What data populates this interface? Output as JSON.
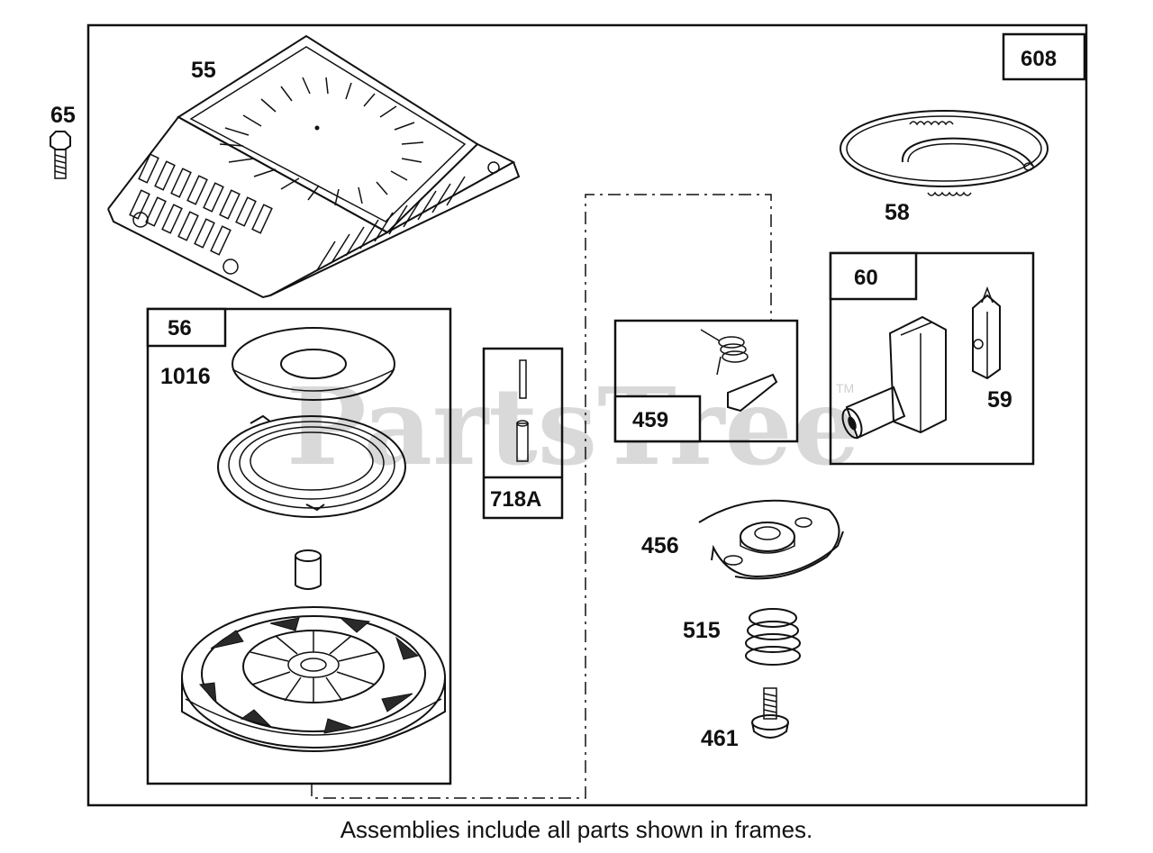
{
  "watermark": {
    "text": "PartsTree",
    "tm": "TM"
  },
  "frame": {
    "assembly_label": "608"
  },
  "parts": {
    "p55": "55",
    "p65": "65",
    "p58": "58",
    "p56": "56",
    "p1016": "1016",
    "p718a": "718A",
    "p459": "459",
    "p60": "60",
    "p59": "59",
    "p456": "456",
    "p515": "515",
    "p461": "461"
  },
  "caption": "Assemblies include all parts shown in frames."
}
